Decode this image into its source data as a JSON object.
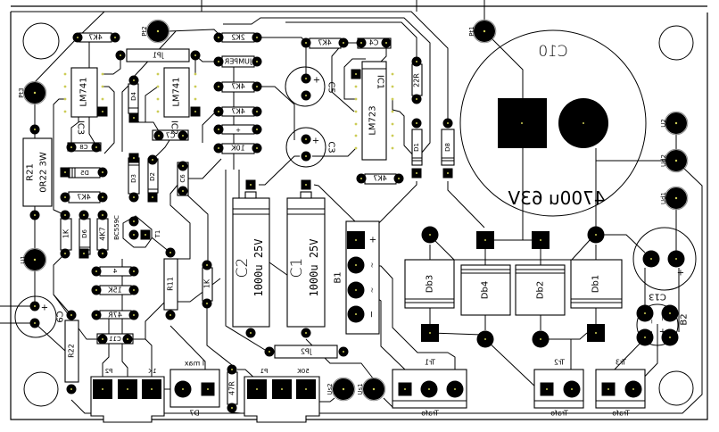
{
  "colors": {
    "background": "#ffffff",
    "copper": "#000000",
    "pad_center": "#cccc55",
    "pad_ring": "#8c8c8c"
  },
  "test_points": {
    "pt1": "Pt1",
    "pt2": "Pt2",
    "pt3": "Pt3"
  },
  "terminals": {
    "u1": "U1",
    "u2": "U2",
    "ud1": "Ud1",
    "ud2": "Ud2",
    "us1": "Us1",
    "us2": "Us2"
  },
  "ics": {
    "ic1": {
      "ref": "IC1",
      "part": "LM723"
    },
    "ic2": {
      "ref": "IC2",
      "part": "LM741"
    },
    "ic3": {
      "ref": "IC3",
      "part": "LM741"
    }
  },
  "transistor": {
    "ref": "T1",
    "part": "BC559C"
  },
  "capacitors": {
    "c1": {
      "ref": "C1",
      "value": "1000u 25V"
    },
    "c2": {
      "ref": "C2",
      "value": "1000u 25V"
    },
    "c3": {
      "ref": "C3",
      "polarity": "+"
    },
    "c4": {
      "ref": "C4"
    },
    "c5": {
      "ref": "C5",
      "polarity": "+"
    },
    "c6": {
      "ref": "C6"
    },
    "c7": {
      "ref": "C7"
    },
    "c8": {
      "ref": "C8"
    },
    "c9": {
      "ref": "C9",
      "polarity": "+"
    },
    "c10": {
      "ref": "C10",
      "value": "4700u 63V"
    },
    "c11": {
      "ref": "C11"
    },
    "c13": {
      "ref": "C13",
      "polarity": "+"
    }
  },
  "diodes": {
    "d1": "D1",
    "d2": "D2",
    "d3": "D3",
    "d4": "D4",
    "d5": "D5",
    "d6": "D6",
    "d8": "D8",
    "db1": "Db1",
    "db2": "Db2",
    "db3": "Db3",
    "db4": "Db4"
  },
  "bridges": {
    "b1": {
      "ref": "B1",
      "pins": [
        "+",
        "~",
        "~",
        "−"
      ]
    },
    "b2": {
      "ref": "B2",
      "pins": [
        "−",
        "~",
        "~",
        "+"
      ]
    }
  },
  "resistors": {
    "r11": "R11",
    "r21": {
      "ref": "R21",
      "value": "0R22 3W"
    },
    "r22": "R22",
    "values": {
      "top_left": "4K7",
      "col_2k2": "2K2",
      "col_4k7_a": "4K7",
      "col_4k7_b": "4K7",
      "col_mark": "+",
      "col_10k": "10K",
      "top_mid": "4K7",
      "below_ic1": "4K7",
      "r22r": "22R",
      "left_mid": "4K7",
      "left_1k": "1K",
      "left_4k7_v": "4K7",
      "mid_1k": "1K",
      "small_mark": "4",
      "r15k": "15K",
      "r47r_left": "47R",
      "r47r_bottom": "47R"
    }
  },
  "jumpers": {
    "jp1": "JP1",
    "jp2": "JP2",
    "jumper": "JUMPER"
  },
  "pots": {
    "p1": {
      "ref": "P1",
      "value": "50K"
    },
    "p2": {
      "ref": "P2",
      "value": "1K"
    }
  },
  "connectors": {
    "imax": {
      "label": "I max",
      "ref": "D7"
    },
    "tr1": {
      "ref": "Tr1",
      "label": "Trafo"
    },
    "tr2": {
      "ref": "Tr2",
      "label": "Trafo"
    },
    "tr3": {
      "ref": "Tr3",
      "label": "Trafo"
    }
  }
}
